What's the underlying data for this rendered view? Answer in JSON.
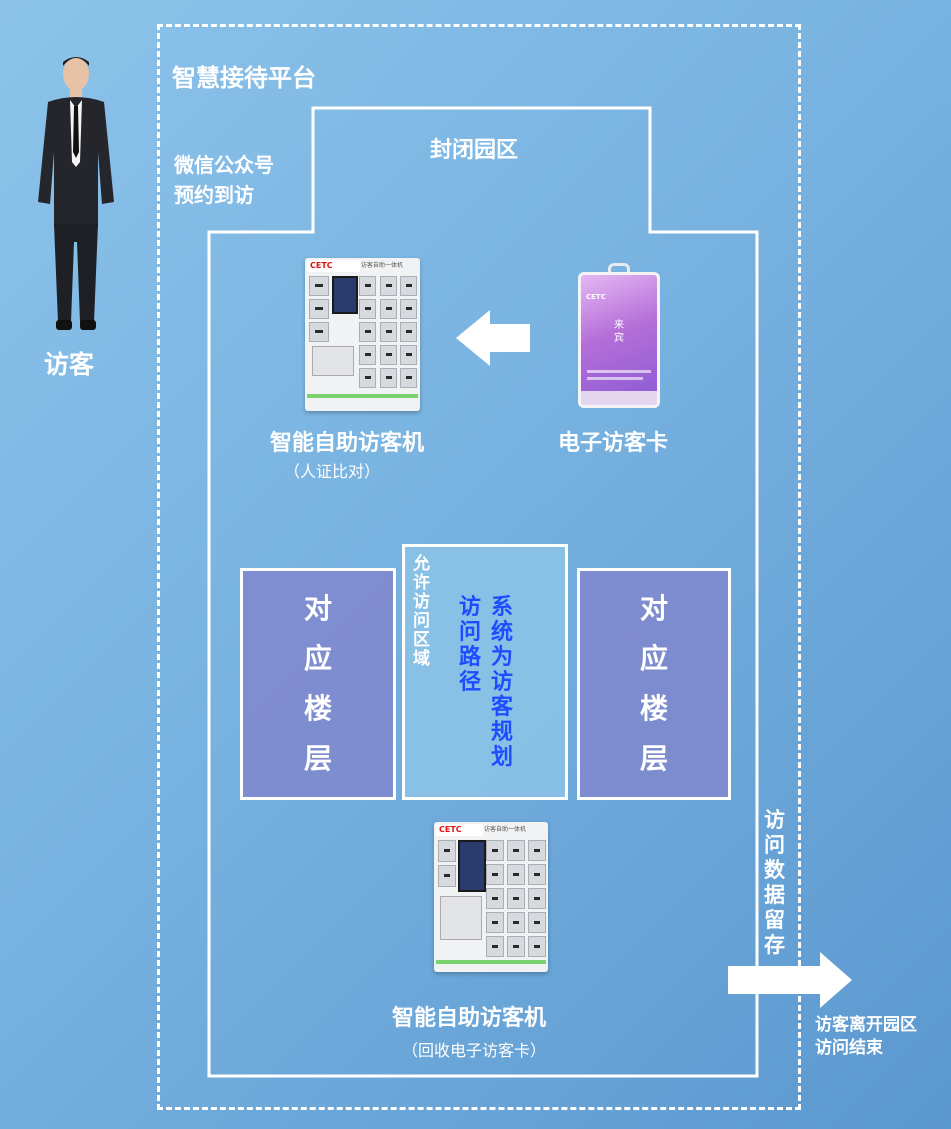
{
  "platform": {
    "title": "智慧接待平台"
  },
  "visitor": {
    "label": "访客"
  },
  "wechat": {
    "line1": "微信公众号",
    "line2": "预约到访"
  },
  "park": {
    "title": "封闭园区"
  },
  "kiosk_top": {
    "label": "智能自助访客机",
    "sub": "（人证比对）",
    "brand": "CETC",
    "panel_text": "访客自助一体机"
  },
  "card": {
    "label": "电子访客卡",
    "brand": "CETC",
    "guest": "来宾"
  },
  "floor_left": {
    "chars": [
      "对",
      "应",
      "楼",
      "层"
    ]
  },
  "floor_right": {
    "chars": [
      "对",
      "应",
      "楼",
      "层"
    ]
  },
  "route": {
    "allowed": [
      "允",
      "许",
      "访",
      "问",
      "区",
      "域"
    ],
    "col_right": [
      "系",
      "统",
      "为",
      "访",
      "客",
      "规",
      "划"
    ],
    "col_left": [
      "访",
      "问",
      "路",
      "径"
    ]
  },
  "kiosk_bottom": {
    "label": "智能自助访客机",
    "sub": "（回收电子访客卡）",
    "brand": "CETC",
    "panel_text": "访客自助一体机"
  },
  "data_retention": {
    "chars": [
      "访",
      "问",
      "数",
      "据",
      "留",
      "存"
    ]
  },
  "exit": {
    "line1": "访客离开园区",
    "line2": "访问结束"
  },
  "colors": {
    "accent_blue": "#1e4cff",
    "floor_box": "#8087cd",
    "route_box": "#8cc3ea"
  }
}
